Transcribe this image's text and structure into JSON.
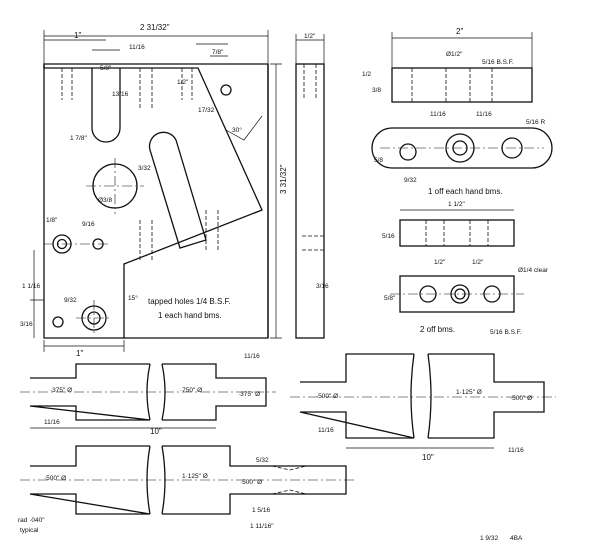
{
  "labels": {
    "overall_width": "2 31/32\"",
    "one_inch_top": "1\"",
    "eleven_sixteenths_top": "11/16",
    "seven_eighths": "7/8\"",
    "five_eighths": "5/8\"",
    "thirteen_sixteenths": "13/16",
    "half_a": "1/2\"",
    "seventeen_thirtyseconds": "17/32",
    "one_seven_eighths": "1 7/8\"",
    "thirty_deg": "30°",
    "three_thirtyseconds": "3/32",
    "dia_three_eighths": "Ø3/8",
    "overall_height": "3 31/32\"",
    "nine_sixteenths": "9/16",
    "one_eighth": "1/8\"",
    "one_one_sixteenth": "1 1/16",
    "nine_thirtyseconds": "9/32",
    "fifteen_deg": "15°",
    "tapped_holes_1": "tapped holes 1/4 B.S.F.",
    "tapped_holes_2": "1 each hand bms.",
    "one_inch_bottom": "1\"",
    "three_sixteenths": "3/16",
    "side_half": "1/2\"",
    "side_three_sixteenths": "3/16",
    "two_inch": "2\"",
    "dia_half": "Ø1/2\"",
    "tapped_5_16": "5/16 B.S.F.",
    "link_h": "1/2",
    "link_36": "3/8",
    "link_11a": "11/16",
    "link_11b": "11/16",
    "link_rad": "5/16 R",
    "link_one_off": "1 off each hand bms.",
    "link_932": "9/32",
    "link_w": "5/8",
    "plate_top": "1 1/2\"",
    "plate_5_16": "5/16",
    "plate_half_a": "1/2\"",
    "plate_half_b": "1/2\"",
    "plate_dia_clear": "Ø1/4 clear",
    "plate_tapped": "5/16 B.S.F.",
    "plate_h": "5/8\"",
    "plate_two_off": "2 off bms.",
    "shaft1_375_left": "·375\" Ø",
    "shaft1_750": "·750\" Ø",
    "shaft1_375_right": "·375\" Ø",
    "shaft1_11_16_top": "11/16",
    "shaft1_11_16_left": "11/16",
    "shaft1_ten": "10\"",
    "shaft2_500": "·500\" Ø",
    "shaft2_1125": "1·125\" Ø",
    "shaft2_500r": "·500\" Ø",
    "shaft2_5_32": "5/32",
    "shaft2_1_5_16": "1 5/16",
    "shaft2_1_11_16": "1 11/16\"",
    "rad_note_1": "rad ·040\"",
    "rad_note_2": "typical",
    "shaft3_500": "·500\" Ø",
    "shaft3_1125": "1·125\" Ø",
    "shaft3_500r": "·500\" Ø",
    "shaft3_11_16_left": "11/16",
    "shaft3_11_16_right": "11/16",
    "shaft3_ten": "10\"",
    "bottom_note_a": "1 9/32",
    "bottom_note_b": "4BA"
  }
}
